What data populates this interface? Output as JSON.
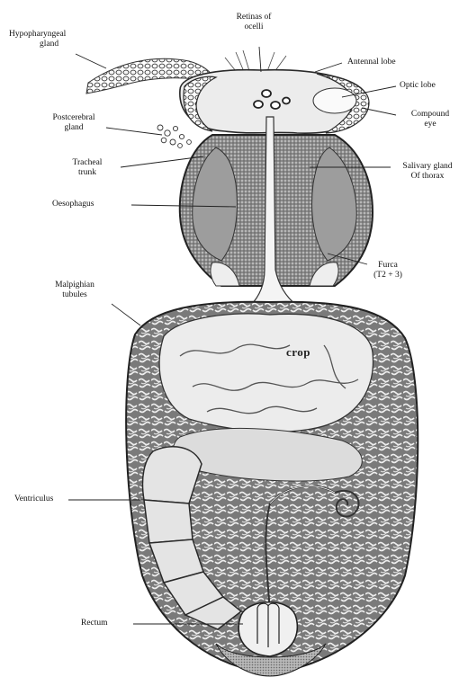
{
  "labels": {
    "hypopharyngeal_gland": [
      "Hypopharyngeal",
      "gland"
    ],
    "retinas_of_ocelli": [
      "Retinas of",
      "ocelli"
    ],
    "antennal_lobe": [
      "Antennal lobe"
    ],
    "optic_lobe": [
      "Optic lobe"
    ],
    "compound_eye": [
      "Compound",
      "eye"
    ],
    "postcerebral_gland": [
      "Postcerebral",
      "gland"
    ],
    "tracheal_trunk": [
      "Tracheal",
      "trunk"
    ],
    "salivary_gland": [
      "Salivary gland",
      "Of thorax"
    ],
    "oesophagus": [
      "Oesophagus"
    ],
    "furca": [
      "Furca",
      "(T2 + 3)"
    ],
    "malpighian_tubules": [
      "Malpighian",
      "tubules"
    ],
    "crop": [
      "crop"
    ],
    "ventriculus": [
      "Ventriculus"
    ],
    "rectum": [
      "Rectum"
    ]
  },
  "colors": {
    "ink": "#2a2a2a",
    "tissue_dark": "#6d6d6d",
    "tissue_light": "#e9e9e9",
    "background": "#ffffff"
  }
}
